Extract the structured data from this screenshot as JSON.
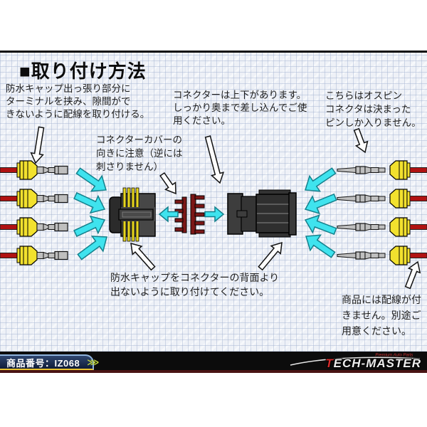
{
  "title": "■取り付け方法",
  "annotations": {
    "cap_attach": "防水キャップ出っ張り部分に\nターミナルを挟み、隙間がで\nきないように配線を取り付ける。",
    "connector_updown": "コネクターは上下があります。\nしっかり奥まで差し込んでご使\n用ください。",
    "male_pin": "こちらはオスピン\nコネクタは決まった\nピンしか入りません。",
    "cover_direction": "コネクターカバーの\n向きに注意（逆には\n刺さりません）",
    "cap_rear": "防水キャップをコネクターの背面より\n出ないように取り付けてください。",
    "wire_not_included": "商品には配線が付\nきません。別途ご\n用意ください。"
  },
  "footer": {
    "product_label": "商品番号：IZ068",
    "chevrons": "⋙",
    "brand": "TECH-MASTER",
    "brand_tagline": "Premium Auto Parts"
  },
  "colors": {
    "arrow_cyan": "#3fe3ee",
    "arrow_cyan_stroke": "#14808c",
    "cap_yellow": "#f2e12e",
    "wire_red": "#b01212",
    "pin_dark_red": "#7c1717",
    "connector_gray": "#424242",
    "terminal_gray": "#bfbfbf",
    "tab_underline": "#e8c330",
    "footer_maroon": "#4a1414"
  }
}
